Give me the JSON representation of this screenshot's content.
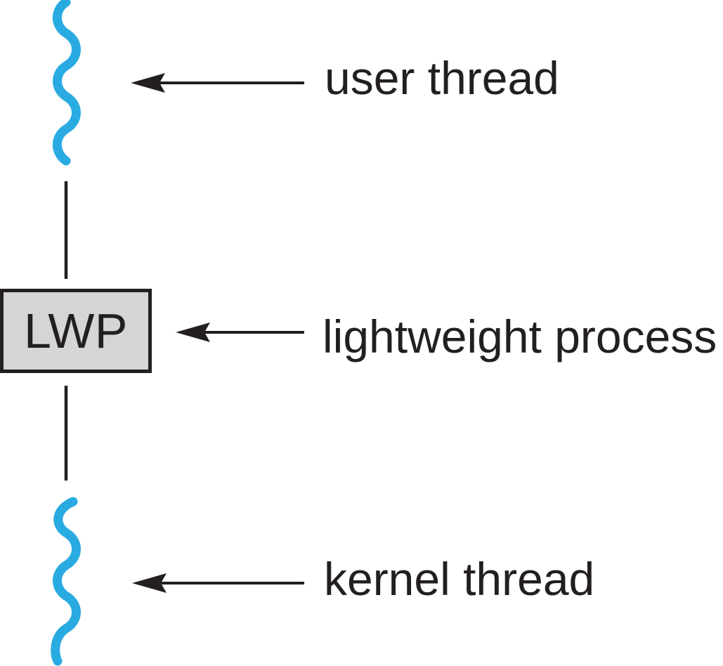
{
  "labels": {
    "user_thread": "user thread",
    "lightweight_process": "lightweight process",
    "kernel_thread": "kernel thread",
    "lwp": "LWP"
  },
  "colors": {
    "thread_wave": "#29ABE2",
    "ink": "#231F20",
    "box_fill": "#D5D5D5"
  }
}
